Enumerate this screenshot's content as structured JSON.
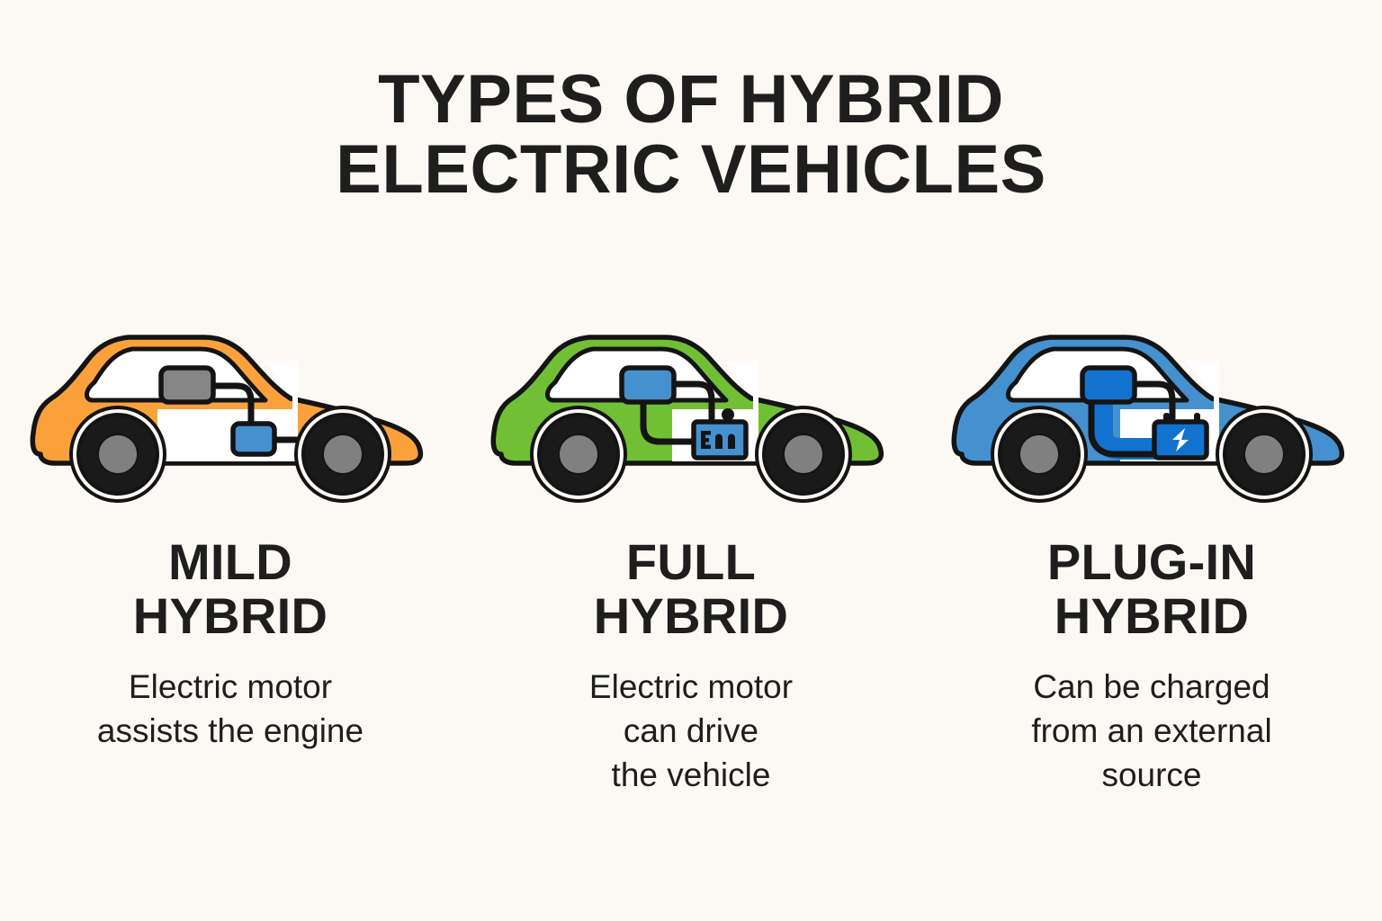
{
  "background_color": "#FCF9F4",
  "text_color": "#1E1E1E",
  "title": {
    "line1": "TYPES OF HYBRID",
    "line2": "ELECTRIC VEHICLES"
  },
  "cards": [
    {
      "id": "mild-hybrid",
      "title_line1": "MILD",
      "title_line2": "HYBRID",
      "desc_line1": "Electric motor",
      "desc_line2": "assists the engine",
      "desc_line3": "",
      "car": {
        "body_color": "#FBA13C",
        "outline_color": "#141414",
        "lower_panel_color": "#FFFFFF",
        "tire_color": "#1A1A1A",
        "hub_color": "#808080",
        "engine_box_color": "#868686",
        "motor_box_color": "#4591D0",
        "wire_color": "#141414",
        "has_battery_icon": false,
        "battery_glyph": ""
      }
    },
    {
      "id": "full-hybrid",
      "title_line1": "FULL",
      "title_line2": "HYBRID",
      "desc_line1": "Electric motor",
      "desc_line2": "can drive",
      "desc_line3": "the vehicle",
      "car": {
        "body_color": "#71BF34",
        "outline_color": "#141414",
        "lower_panel_color": "#FFFFFF",
        "tire_color": "#1A1A1A",
        "hub_color": "#808080",
        "engine_box_color": "#4591D0",
        "motor_box_color": "#4591D0",
        "wire_color": "#141414",
        "has_battery_icon": true,
        "battery_glyph": "battery-cells"
      }
    },
    {
      "id": "plug-in-hybrid",
      "title_line1": "PLUG-IN",
      "title_line2": "HYBRID",
      "desc_line1": "Can be charged",
      "desc_line2": "from an external",
      "desc_line3": "source",
      "car": {
        "body_color": "#4591D0",
        "outline_color": "#141414",
        "lower_panel_color": "#FFFFFF",
        "tire_color": "#1A1A1A",
        "hub_color": "#808080",
        "engine_box_color": "#1272D0",
        "motor_box_color": "#1272D0",
        "wire_color": "#141414",
        "has_battery_icon": true,
        "battery_glyph": "lightning-bolt"
      }
    }
  ]
}
